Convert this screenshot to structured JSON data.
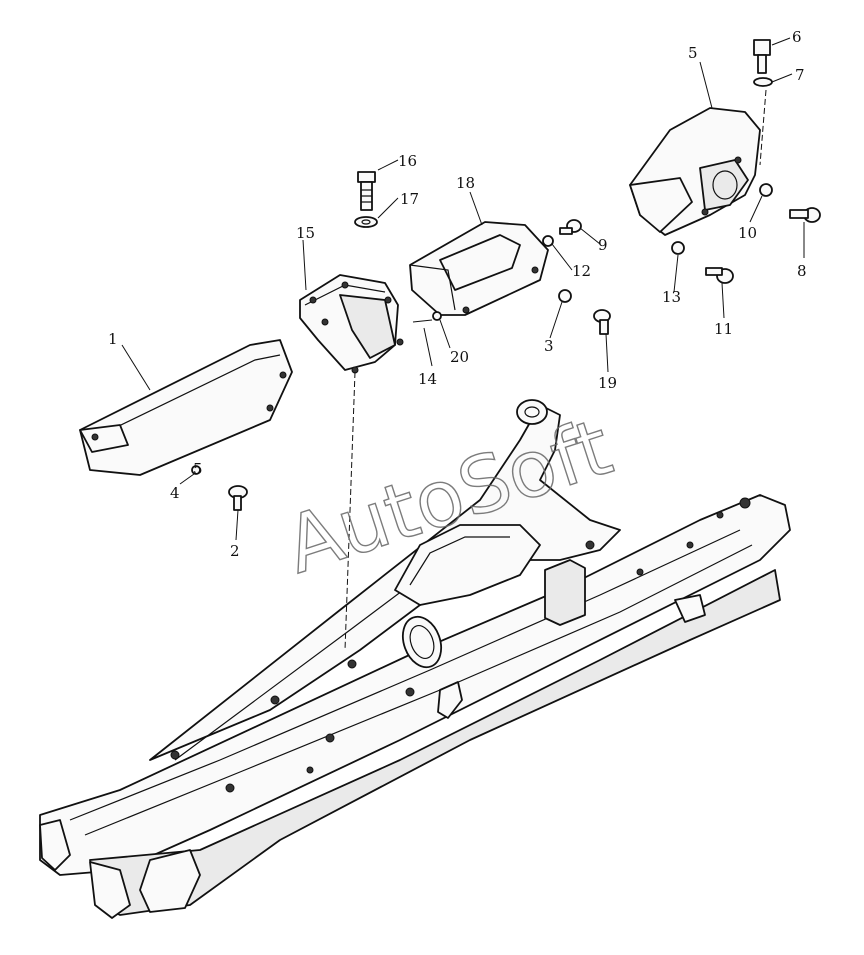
{
  "watermark": "AutoSoft",
  "parts": [
    {
      "id": "1",
      "label": "1"
    },
    {
      "id": "2",
      "label": "2"
    },
    {
      "id": "3",
      "label": "3"
    },
    {
      "id": "4",
      "label": "4"
    },
    {
      "id": "5",
      "label": "5"
    },
    {
      "id": "5b",
      "label": "5"
    },
    {
      "id": "6",
      "label": "6"
    },
    {
      "id": "7",
      "label": "7"
    },
    {
      "id": "8",
      "label": "8"
    },
    {
      "id": "9",
      "label": "9"
    },
    {
      "id": "10",
      "label": "10"
    },
    {
      "id": "11",
      "label": "11"
    },
    {
      "id": "12",
      "label": "12"
    },
    {
      "id": "13",
      "label": "13"
    },
    {
      "id": "14",
      "label": "14"
    },
    {
      "id": "15",
      "label": "15"
    },
    {
      "id": "16",
      "label": "16"
    },
    {
      "id": "17",
      "label": "17"
    },
    {
      "id": "18",
      "label": "18"
    },
    {
      "id": "19",
      "label": "19"
    },
    {
      "id": "20",
      "label": "20"
    }
  ]
}
